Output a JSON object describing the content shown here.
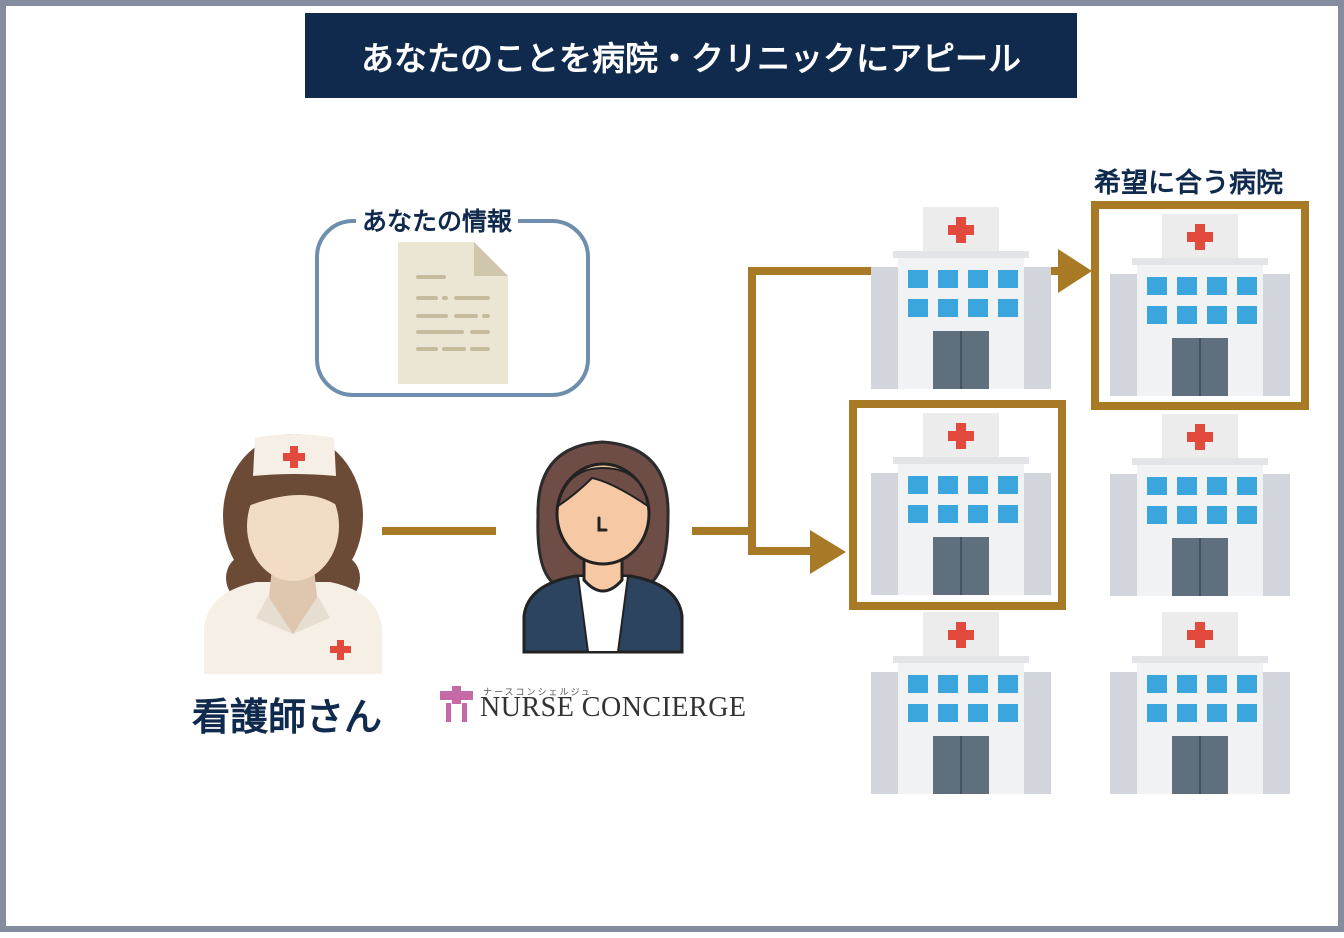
{
  "title": "あなたのことを病院・クリニックにアピール",
  "info_label": "あなたの情報",
  "hope_label": "希望に合う病院",
  "nurse_label": "看護師さん",
  "logo": {
    "sub": "ナースコンシェルジュ",
    "text": "NURSE CONCIERGE"
  },
  "colors": {
    "navy": "#102a4d",
    "arrow": "#a87a26",
    "info_border": "#6f8eae",
    "frame": "#848c9d",
    "hospital_cross": "#e14a3c",
    "window": "#3ba6dd",
    "logo_pink": "#c56aa6"
  },
  "icons": [
    "nurse-icon",
    "concierge-icon",
    "document-icon",
    "hospital-icon"
  ],
  "hospitals": {
    "count": 6,
    "highlighted": 2
  }
}
